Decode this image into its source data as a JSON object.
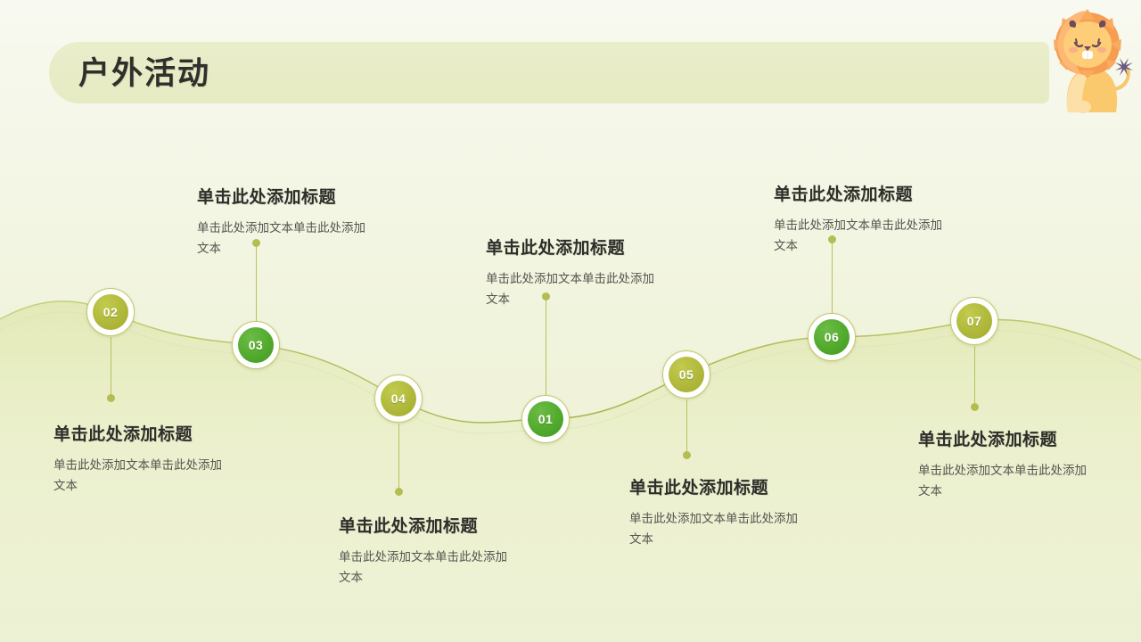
{
  "header": {
    "title": "户外活动",
    "mascot": "lion-icon"
  },
  "diagram": {
    "type": "wavy-timeline",
    "node_count": 7,
    "colors": {
      "background_top": "#f8f9f0",
      "background_bottom": "#edf1d4",
      "header_bar": "#e8ecc6",
      "accent_olive": "#b4bc3f",
      "accent_green": "#55ad2f",
      "curve_line": "#b8c05a",
      "title_text": "#2e2e2a",
      "body_text": "#55554e"
    },
    "nodes": [
      {
        "id": "node-02",
        "number": "02",
        "tone": "olive",
        "title": "单击此处添加标题",
        "body": "单击此处添加文本单击此处添加文本"
      },
      {
        "id": "node-03",
        "number": "03",
        "tone": "green",
        "title": "单击此处添加标题",
        "body": "单击此处添加文本单击此处添加文本"
      },
      {
        "id": "node-04",
        "number": "04",
        "tone": "olive",
        "title": "单击此处添加标题",
        "body": "单击此处添加文本单击此处添加文本"
      },
      {
        "id": "node-01",
        "number": "01",
        "tone": "green",
        "title": "单击此处添加标题",
        "body": "单击此处添加文本单击此处添加文本"
      },
      {
        "id": "node-05",
        "number": "05",
        "tone": "olive",
        "title": "单击此处添加标题",
        "body": "单击此处添加文本单击此处添加文本"
      },
      {
        "id": "node-06",
        "number": "06",
        "tone": "green",
        "title": "单击此处添加标题",
        "body": "单击此处添加文本单击此处添加文本"
      },
      {
        "id": "node-07",
        "number": "07",
        "tone": "olive",
        "title": "单击此处添加标题",
        "body": "单击此处添加文本单击此处添加文本"
      }
    ]
  }
}
